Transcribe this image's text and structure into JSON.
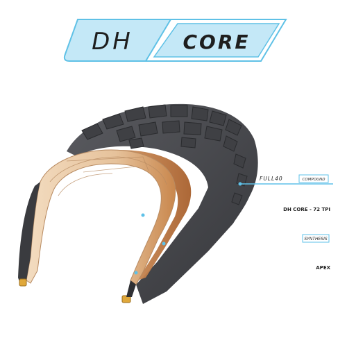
{
  "logo": {
    "left_text": "DH",
    "right_text": "CORE",
    "colors": {
      "fill": "#c4e8f7",
      "stroke": "#5fc1e6",
      "text": "#1e1e1e"
    }
  },
  "callouts": [
    {
      "id": "compound",
      "label": "FULL40",
      "badge": "COMPOUND"
    },
    {
      "id": "casing",
      "label": "DH CORE - 72 TPI"
    },
    {
      "id": "synthesis",
      "label": "SYNTHESIS"
    },
    {
      "id": "apex",
      "label": "APEX"
    }
  ],
  "colors": {
    "rubber": "#4b4c51",
    "rubber_dark": "#2f3034",
    "rubber_light": "#6a6b70",
    "casing": "#e8c7a3",
    "casing_edge": "#b88b62",
    "copper": "#c98a4e",
    "accent": "#5ec1e8",
    "bead": "#e0a83a"
  }
}
